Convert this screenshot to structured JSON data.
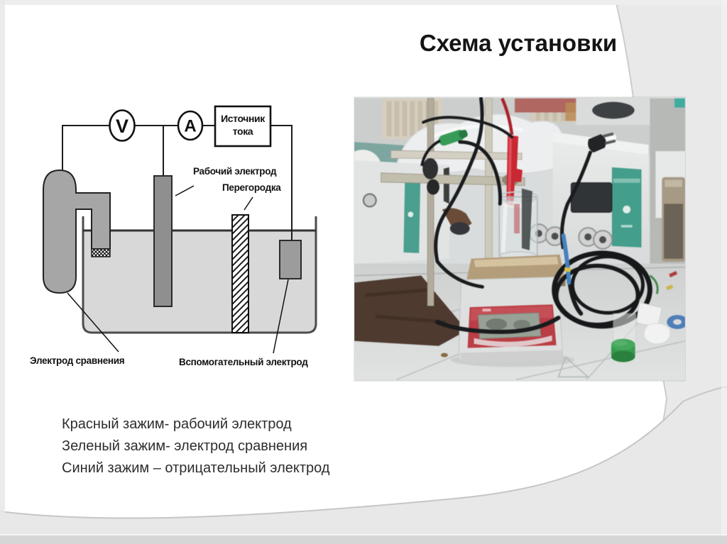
{
  "slide": {
    "title": "Схема установки"
  },
  "diagram": {
    "voltmeter_label": "V",
    "ammeter_label": "A",
    "source_box_line1": "Источник",
    "source_box_line2": "тока",
    "working_electrode_label": "Рабочий электрод",
    "partition_label": "Перегородка",
    "reference_electrode_label": "Электрод сравнения",
    "auxiliary_electrode_label": "Вспомогательный электрод"
  },
  "caption": {
    "lines": [
      "Красный зажим- рабочий электрод",
      "Зеленый зажим- электрод сравнения",
      "Синий зажим – отрицательный электрод"
    ]
  },
  "colors": {
    "red_clamp": "#d6222e",
    "green_clamp": "#2f9e53",
    "blue_cable": "#3e82c4",
    "instrument_teal": "#3da08d",
    "scale_panel_red": "#c43a42",
    "slide_corner_gray": "#e9e9e9"
  }
}
